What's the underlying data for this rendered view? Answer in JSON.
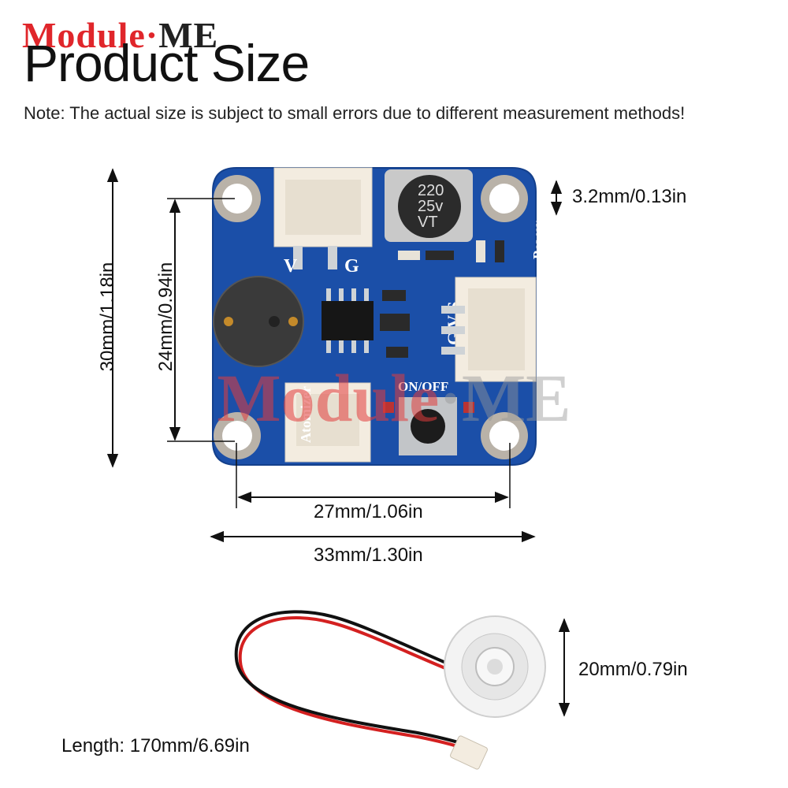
{
  "brand": {
    "name": "Module",
    "dot": "·",
    "suffix": "ME"
  },
  "title": "Product Size",
  "note": "Note: The actual size is subject to small errors due to different measurement methods!",
  "dimensions": {
    "hole_diameter": "3.2mm/0.13in",
    "board_height": "30mm/1.18in",
    "hole_spacing_vertical": "24mm/0.94in",
    "hole_spacing_horizontal": "27mm/1.06in",
    "board_width": "33mm/1.30in",
    "atomizer_diameter": "20mm/0.79in",
    "cable_length": "Length: 170mm/6.69in"
  },
  "board_labels": {
    "capacitor": [
      "220",
      "25v",
      "VT"
    ],
    "pin_v": "V",
    "pin_g": "G",
    "power": "Power",
    "gvs": "G V S",
    "on_off": "ON/OFF",
    "atomizer": "Atomizer"
  },
  "watermark": {
    "left": "Module",
    "dot": "·",
    "right": "ME"
  },
  "colors": {
    "pcb": "#1b4fa8",
    "cable_red": "#d42020",
    "cable_black": "#111111",
    "connector": "#f3ece0"
  }
}
